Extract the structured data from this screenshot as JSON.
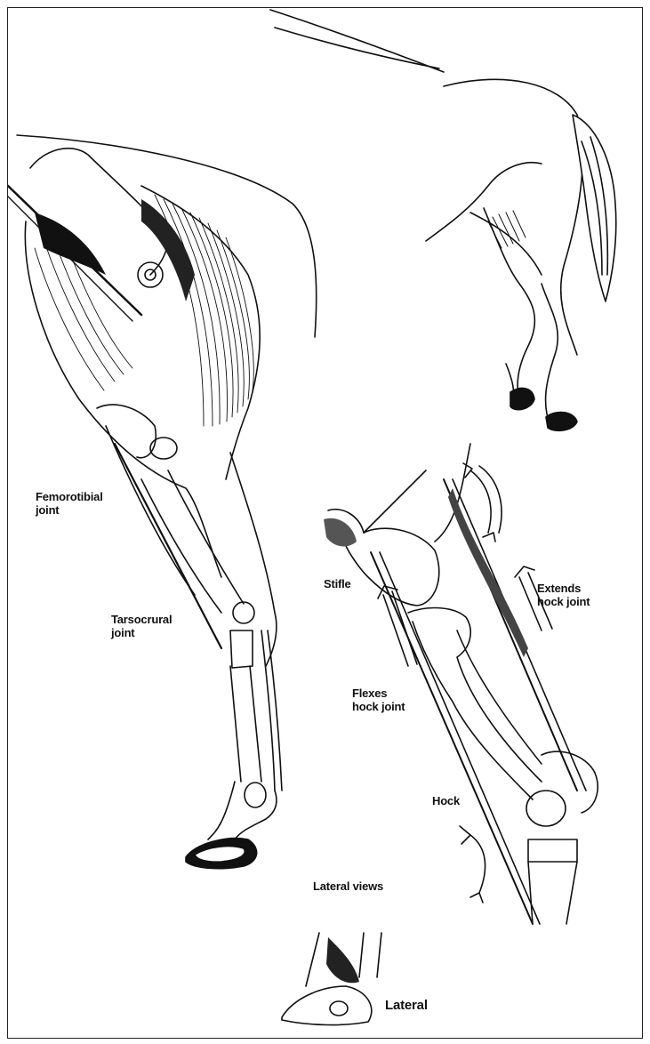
{
  "labels": {
    "femorotibial": "Femorotibial\njoint",
    "tarsocrural": "Tarsocrural\njoint",
    "stifle": "Stifle",
    "extends": "Extends\nhock joint",
    "flexes": "Flexes\nhock joint",
    "hock": "Hock",
    "lateral_views": "Lateral views",
    "lateral": "Lateral"
  }
}
